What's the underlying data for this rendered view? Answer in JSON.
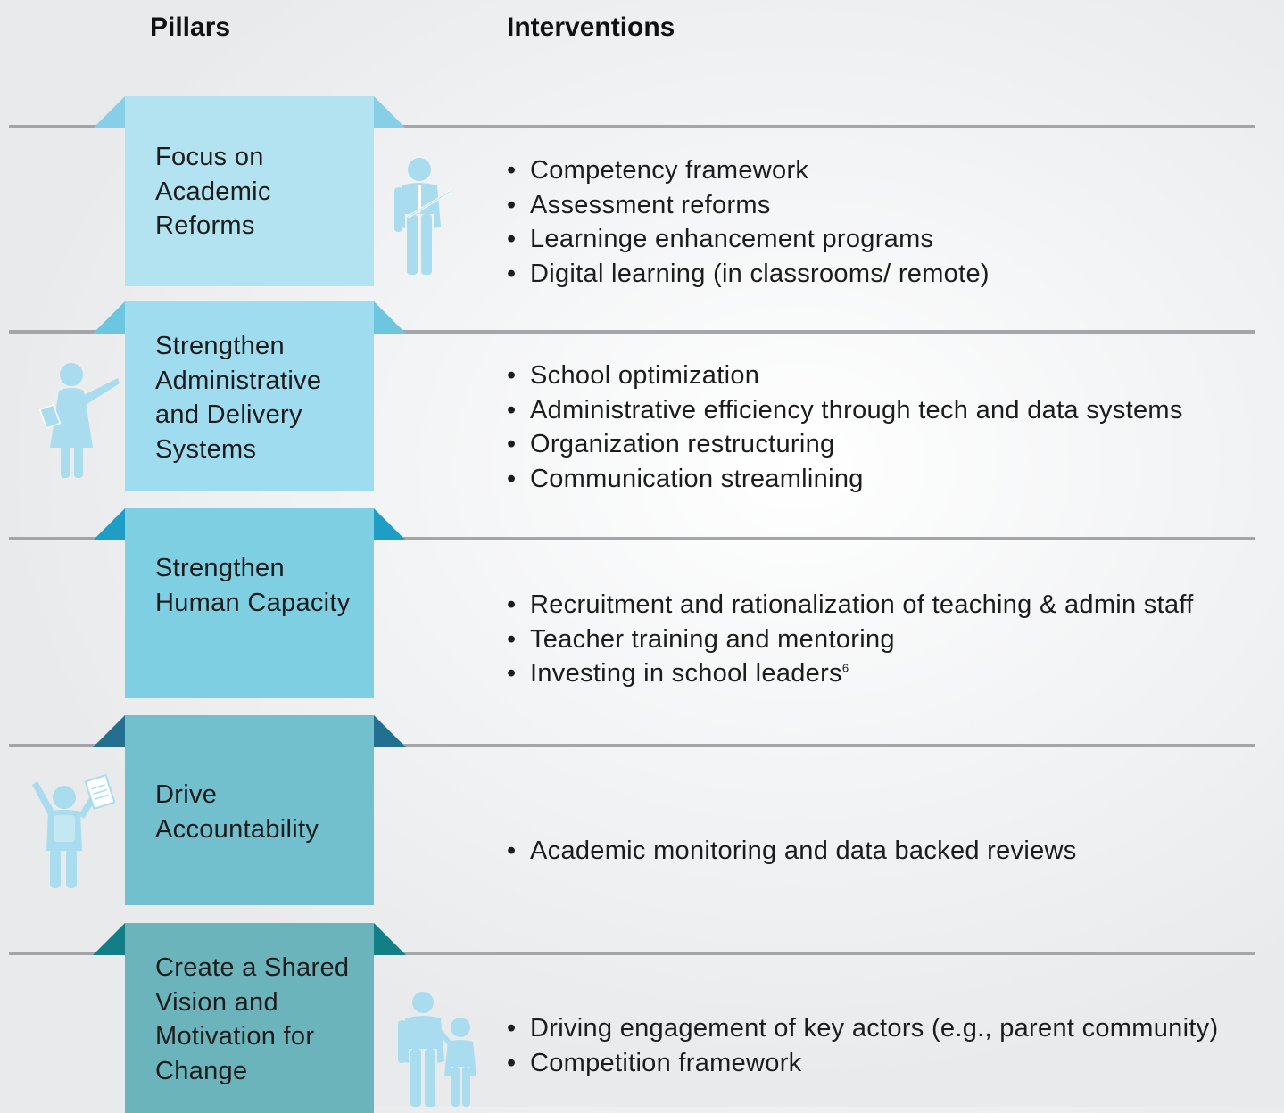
{
  "headers": {
    "pillars": "Pillars",
    "interventions": "Interventions"
  },
  "colors": {
    "rule": "#a3a5a8",
    "figure": "#a9dcef"
  },
  "rows": [
    {
      "pillar": "Focus on Academic Reforms",
      "fill": "#b3e2f1",
      "dark": "#86cfe6",
      "figure_icon": "teacher-with-pointer-icon",
      "items": [
        "Competency framework",
        "Assessment reforms",
        "Learninge enhancement programs",
        "Digital learning (in classrooms/ remote)"
      ]
    },
    {
      "pillar": "Strengthen Administrative and Delivery Systems",
      "fill": "#a0dcef",
      "dark": "#6cc6df",
      "figure_icon": "woman-presenter-icon",
      "items": [
        "School optimization",
        "Administrative efficiency through tech and data systems",
        "Organization restructuring",
        "Communication streamlining"
      ]
    },
    {
      "pillar": "Strengthen Human Capacity",
      "fill": "#7fcfe3",
      "dark": "#1e9ec4",
      "figure_icon": "",
      "items": [
        "Recruitment and rationalization of teaching & admin staff",
        "Teacher training and mentoring",
        "Investing in school leaders"
      ],
      "footnote": "6"
    },
    {
      "pillar": "Drive Accountability",
      "fill": "#72bfce",
      "dark": "#226f8f",
      "figure_icon": "student-with-paper-icon",
      "items": [
        "Academic monitoring and data backed reviews"
      ]
    },
    {
      "pillar": "Create a Shared Vision and Motivation for Change",
      "fill": "#6cb4bb",
      "dark": "#127f87",
      "figure_icon": "parent-and-child-icon",
      "items": [
        "Driving engagement of key actors (e.g., parent community)",
        "Competition framework"
      ]
    }
  ]
}
